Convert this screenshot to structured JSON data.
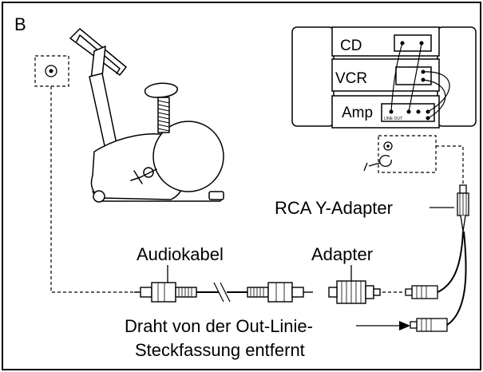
{
  "figure": {
    "panel_letter": "B",
    "stereo": {
      "cd_label": "CD",
      "vcr_label": "VCR",
      "amp_label": "Amp",
      "line_out_label": "LINE OUT"
    },
    "labels": {
      "rca_y_adapter": "RCA Y-Adapter",
      "audio_cable": "Audiokabel",
      "adapter": "Adapter",
      "removed_wire_line1": "Draht von der Out-Linie-",
      "removed_wire_line2": "Steckfassung entfernt"
    }
  }
}
